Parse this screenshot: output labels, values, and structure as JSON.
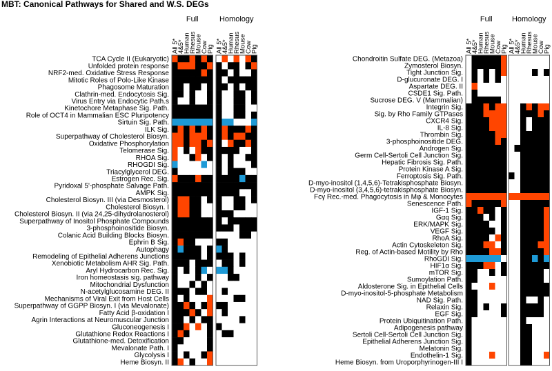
{
  "title": "MBT: Canonical Pathways for Shared and W.S. DEGs",
  "colors": {
    "black": "#000000",
    "orange": "#ff4500",
    "blue": "#1e9ad6",
    "white": "#ffffff",
    "border": "#555555"
  },
  "chart_data": {
    "type": "heatmap",
    "title": "MBT: Canonical Pathways for Shared and W.S. DEGs",
    "group_labels": [
      "Full",
      "Homology"
    ],
    "columns": [
      "All 5*",
      "4&5*",
      "Human",
      "Rhesus",
      "Mouse",
      "Cow",
      "Pig"
    ],
    "legend": "none",
    "panels": [
      {
        "rows": [
          "TCA Cycle II (Eukaryotic)",
          "Unfolded protein response",
          "NRF2-med. Oxidative Stress Response",
          "Mitotic Roles of Polo-Like Kinase",
          "Phagosome Maturation",
          "Clathrin-med. Endocytosis Sig.",
          "Virus Entry via Endocytic Path.s",
          "Kinetochore Metaphase Sig. Path.",
          "Role of OCT4 in Mammalian ESC Pluripotency",
          "Sirtuin Sig. Path.",
          "ILK Sig.",
          "Superpathway of Cholesterol Biosyn.",
          "Oxidative Phosphorylation",
          "Telomerase Sig.",
          "RHOA Sig.",
          "RHOGDI Sig.",
          "Triacylglycerol DEG.",
          "Estrogen Rec. Sig.",
          "Pyridoxal 5'-phosphate Salvage Path.",
          "AMPK Sig.",
          "Cholesterol Biosyn. III (via Desmosterol)",
          "Cholesterol Biosyn. I",
          "Cholesterol Biosyn. II (via 24,25-dihydrolanosterol)",
          "Superpathway of Inositol Phosphate Compounds",
          "3-phosphoinositide Biosyn.",
          "Colanic Acid Building Blocks Biosyn.",
          "Ephrin B Sig.",
          "Autophagy",
          "Remodeling of Epithelial Adherens Junctions",
          "Xenobiotic Metabolism AHR Sig. Path.",
          "Aryl Hydrocarbon Rec. Sig.",
          "Iron homeostasis sig. pathway",
          "Mitochondrial Dysfunction",
          "N-acetylglucosamine DEG. II",
          "Mechanisms of Viral Exit from Host Cells",
          "Superpathway of GGPP Biosyn. I (via Mevalonate)",
          "Fatty Acid β-oxidation I",
          "Agrin Interactions at Neuromuscular Junction",
          "Gluconeogenesis I",
          "Glutathione Redox Reactions I",
          "Glutathione-med. Detoxification",
          "Mevalonate Path. I",
          "Glycolysis I",
          "Heme Biosyn. II"
        ],
        "full": [
          "OKKOKOK",
          "KOOOKKO",
          "KKKKKOK",
          "KKKKKKK",
          "KKWKKWK",
          "KKWKWWK",
          "KWWKWWK",
          "KKKKKKK",
          "KKKKKKK",
          "BBBBBBB",
          "KOKOKOK",
          "OOKOOOK",
          "OOKOOKO",
          "OWKWOKK",
          "OWWKOWK",
          "BWWWWBW",
          "KWWWWWW",
          "OKKKOKK",
          "KKKKKKK",
          "KKKKKKK",
          "KOOKKWK",
          "KOOKKWW",
          "KOOKKWW",
          "KKKKKKK",
          "KKKKKKK",
          "KKKKKKK",
          "KOKKWWW",
          "KBKKKWK",
          "KKKKKWK",
          "KKKWKKK",
          "KWKWKBW",
          "KWWWKWK",
          "KWWKWKW",
          "KKKWKKW",
          "KWKWWWO",
          "KKOKWKO",
          "KKKOKWO",
          "KKWKWKK",
          "KKOWOWK",
          "KOKWWWK",
          "KKWWWWK",
          "KWWWWWK",
          "KWKWWKO",
          "KOWKWWO"
        ],
        "homology": [
          "WOWOWOK",
          "KWKKWKO",
          "KKWKWWK",
          "KWKKKKK",
          "KKWKWKK",
          "KWWKKWK",
          "KWWKKWK",
          "KWWKKWW",
          "KWWKKWK",
          "KBBWWWB",
          "KOKKKOK",
          "KOKOOKK",
          "KWOKKOK",
          "KKKKWWK",
          "KWKWWKK",
          "KWKWWWK",
          "KWKKKWW",
          "KKKKBKK",
          "KKKKKKK",
          "KKKKWWK",
          "KWWKKWK",
          "KWWKKWW",
          "KKKWWWW",
          "KWKKKKK",
          "KKKWKKK",
          "WWWWKKW",
          "KKWWWWW",
          "BKWWWWW",
          "KKKWKWW",
          "WKKWKWW",
          "BBKWWWW",
          "WWKKWWW",
          "WWWWWWW",
          "WKWWWWW",
          "WWWKKWW",
          "KKWWWWW",
          "WKWWWWW",
          "WWWWKWW",
          "KWWWWWW",
          "WKKWWWW",
          "WWWWWWW",
          "WWWWWWW",
          "WWWWWWW",
          "WWWWWWW"
        ]
      },
      {
        "rows": [
          "Chondroitin Sulfate DEG. (Metazoa)",
          "Zymosterol Biosyn.",
          "Tight Junction Sig.",
          "D-glucuronate DEG. I",
          "Aspartate DEG. II",
          "CSDE1 Sig. Path.",
          "Sucrose DEG. V (Mammalian)",
          "Integrin Sig.",
          "Sig. by Rho Family GTPases",
          "CXCR4 Sig.",
          "IL-8 Sig.",
          "Thrombin Sig.",
          "3-phosphoinositide DEG.",
          "Androgen Sig.",
          "Germ Cell-Sertoli Cell Junction Sig.",
          "Hepatic Fibrosis Sig. Path.",
          "Protein Kinase A Sig.",
          "Ferroptosis Sig. Path.",
          "D-myo-inositol (1,4,5,6)-Tetrakisphosphate Biosyn.",
          "D-myo-inositol (3,4,5,6)-tetrakisphosphate Biosyn.",
          "Fcγ Rec.-med. Phagocytosis in Mφ & Monocytes",
          "Senescence Path.",
          "IGF-1 Sig.",
          "Gαq Sig.",
          "ERK/MAPK Sig.",
          "VEGF Sig.",
          "RhoA Sig.",
          "Actin Cytoskeleton Sig.",
          "Reg. of Actin-based Motility by Rho",
          "RhoGDI Sig.",
          "HIF1α Sig.",
          "mTOR Sig.",
          "Sumoylation Path.",
          "Aldosterone Sig. in Epithelial Cells",
          "D-myo-inositol-5-phosphate Metabolism",
          "NAD Sig. Path.",
          "Relaxin Sig.",
          "EGF Sig.",
          "Protein Ubiquitination Path.",
          "Adipogenesis pathway",
          "Sertoli Cell-Sertoli Cell Junction Sig.",
          "Epithelial Adherens Junction Sig.",
          "Melatonin Sig.",
          "Endothelin-1 Sig.",
          "Heme Biosyn. from Uroporphyrinogen-III I"
        ],
        "full": [
          "WKKKKKO",
          "WKKKKKO",
          "WKWKWKO",
          "WKWKWKW",
          "WOWWWWW",
          "WKWWWWW",
          "WKKKKKW",
          "KKKOKOO",
          "KKKOOOO",
          "KKKKOOO",
          "KKKKOOO",
          "KKKKKOO",
          "KKKKKOK",
          "KKKKKKK",
          "KKKKKKK",
          "KKKKKKK",
          "KKKKKKK",
          "KKKKKKK",
          "KKKKKKK",
          "KKKKKKK",
          "OOOOOOO",
          "OKKKKKO",
          "KKOKKWK",
          "KKKWKWK",
          "KKKKWWK",
          "KKKKKWK",
          "KKKKWOK",
          "KKKOOWK",
          "KKKKOOK",
          "BBBBBBW",
          "KKKOOWK",
          "KKWWKWK",
          "KKWWWWW",
          "KWWWOWW",
          "KKWWWWW",
          "KKWWWWW",
          "KKWKWWK",
          "KKWWWWK",
          "KWWWWWW",
          "KWWWWWW",
          "KWWWWWW",
          "KWWWWWW",
          "KWWWWWW",
          "KWWWOWW",
          "KWWWWWW"
        ],
        "homology": [
          "WWWWWWW",
          "WWWWWWW",
          "WWWWKWK",
          "WWWWWWW",
          "WWWWWWW",
          "WWWWWWW",
          "WWWWWWW",
          "WWKOKOO",
          "WWKKKOK",
          "WWKWKKK",
          "WWKWKKK",
          "WWKKKKK",
          "WWKKKKK",
          "WKKKKKK",
          "WWKKKKK",
          "WWKKKKK",
          "WWKKKKK",
          "KWKKKKK",
          "WWKKKKK",
          "WWKKKKK",
          "OOOOOOO",
          "WWKKKKK",
          "WWKKKKO",
          "WWKKKKO",
          "WWKKKKO",
          "WWKKKKO",
          "WWKKKKO",
          "WWKKKOO",
          "WWKKKKO",
          "WWKKBKB",
          "WWKKKKK",
          "WWKKKKW",
          "WWKKKKW",
          "WWKKKKK",
          "WWKKKKK",
          "WWKWWKW",
          "WWKKKKW",
          "WWKKKKW",
          "WWKWWWW",
          "WWKKWWW",
          "WWKKWWW",
          "WWKKWWW",
          "WWKKWWW",
          "WWKKWWO",
          "WWKKWWW"
        ]
      }
    ]
  }
}
